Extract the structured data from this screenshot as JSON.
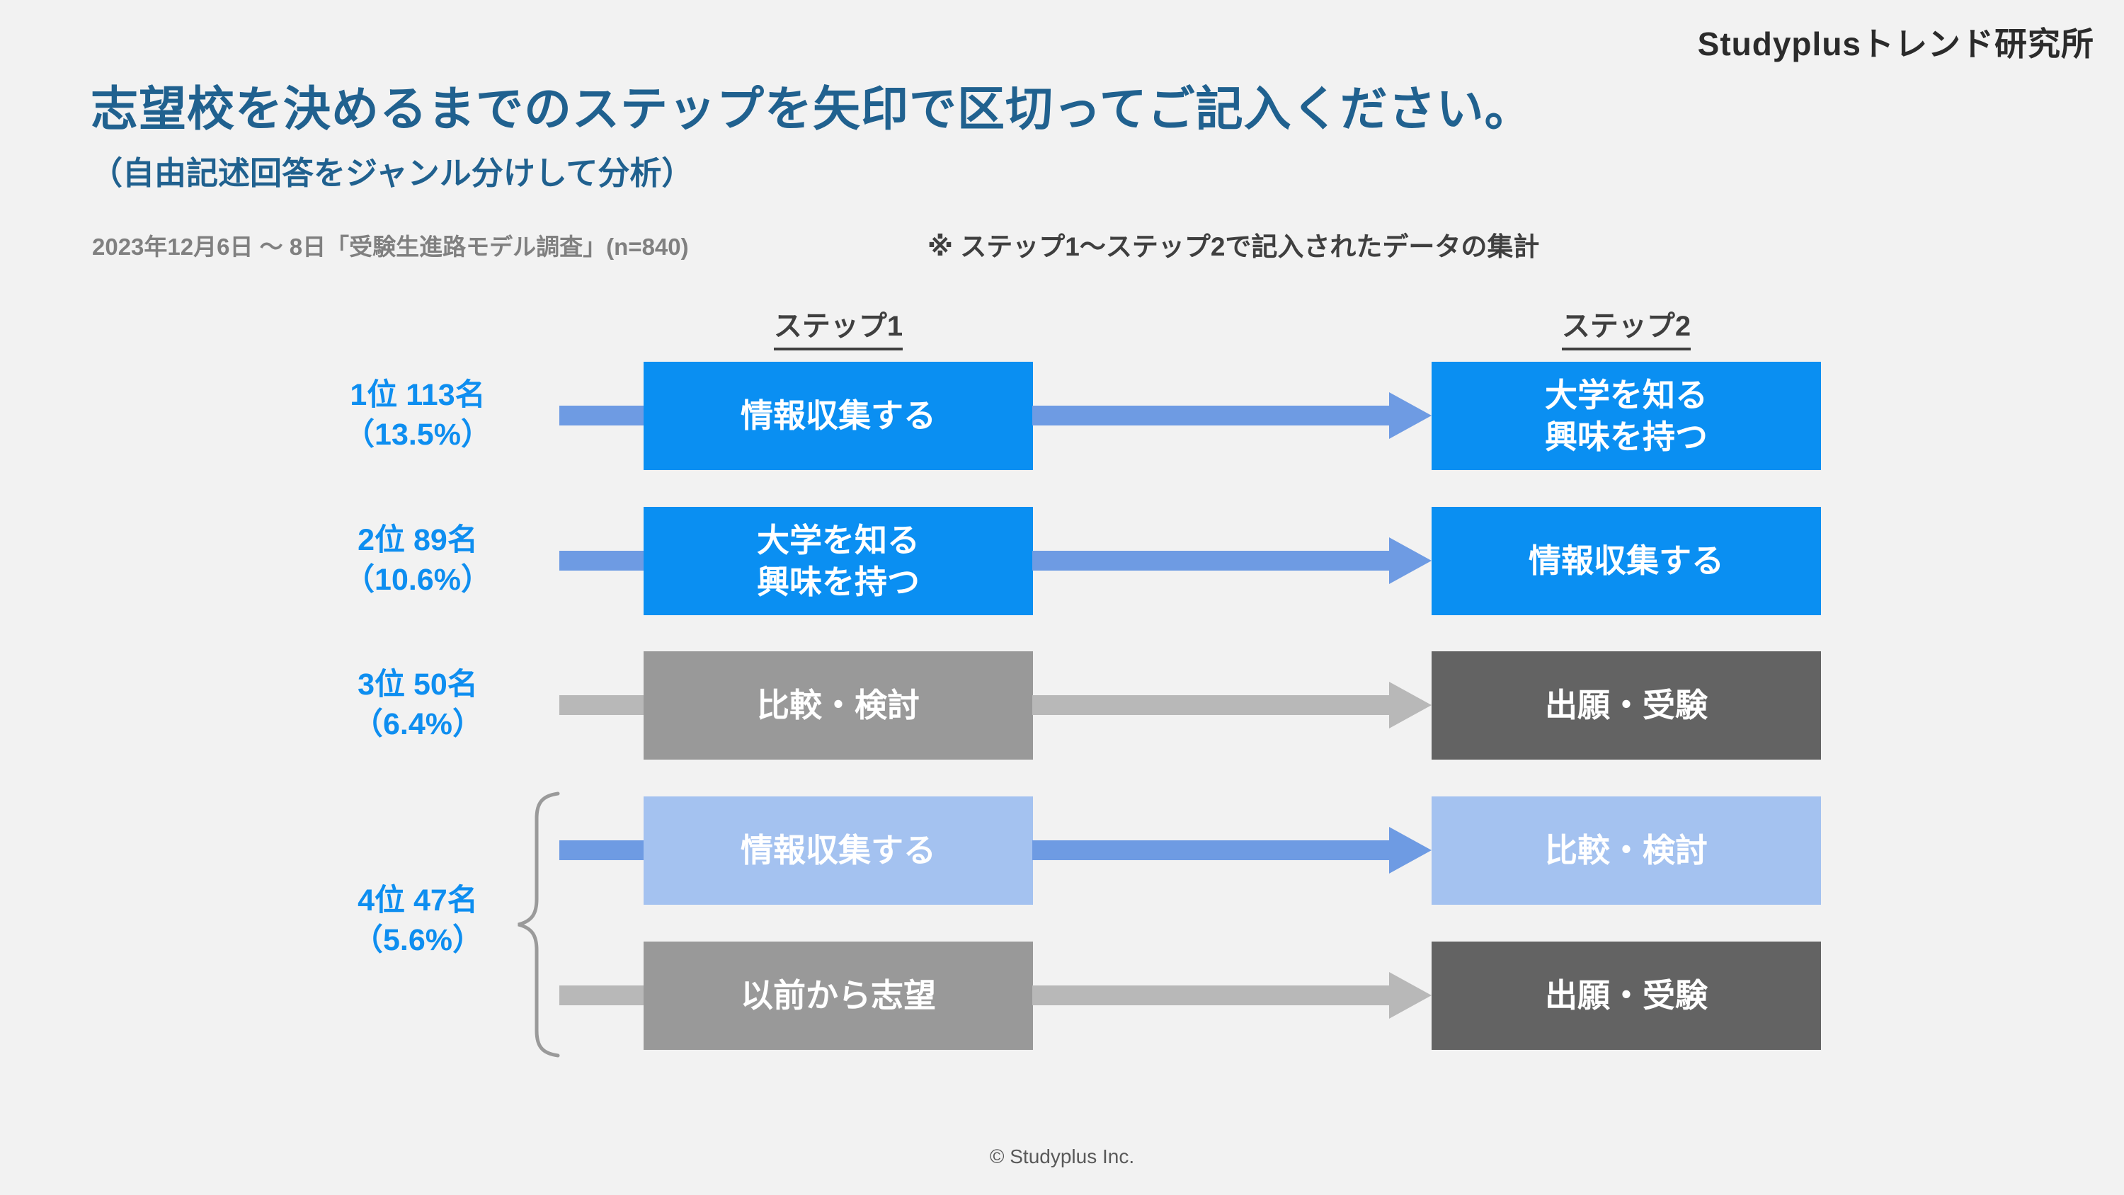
{
  "slide": {
    "logo": "Studyplusトレンド研究所",
    "title": "志望校を決めるまでのステップを矢印で区切ってご記入ください。",
    "subtitle": "（自由記述回答をジャンル分けして分析）",
    "survey_info": "2023年12月6日 〜 8日「受験生進路モデル調査」(n=840)",
    "note": "※ ステップ1〜ステップ2で記入されたデータの集計",
    "footer": "© Studyplus Inc."
  },
  "columns": {
    "step1_label": "ステップ1",
    "step2_label": "ステップ2"
  },
  "rows": [
    {
      "rank": "1位 113名",
      "percent": "（13.5%）",
      "step1_line1": "情報収集する",
      "step1_line2": "",
      "step2_line1": "大学を知る",
      "step2_line2": "興味を持つ"
    },
    {
      "rank": "2位 89名",
      "percent": "（10.6%）",
      "step1_line1": "大学を知る",
      "step1_line2": "興味を持つ",
      "step2_line1": "情報収集する",
      "step2_line2": ""
    },
    {
      "rank": "3位 50名",
      "percent": "（6.4%）",
      "step1_line1": "比較・検討",
      "step1_line2": "",
      "step2_line1": "出願・受験",
      "step2_line2": ""
    },
    {
      "step1_line1": "情報収集する",
      "step1_line2": "",
      "step2_line1": "比較・検討",
      "step2_line2": ""
    },
    {
      "step1_line1": "以前から志望",
      "step1_line2": "",
      "step2_line1": "出願・受験",
      "step2_line2": ""
    }
  ],
  "group4": {
    "rank": "4位 47名",
    "percent": "（5.6%）"
  },
  "colors": {
    "accent_blue": "#0a8ff2",
    "light_blue": "#a4c2f0",
    "mid_gray": "#999999",
    "dark_gray": "#636363",
    "arrow_blue": "#6e9be3",
    "arrow_gray": "#b8b8b8",
    "title_blue": "#20618f",
    "rank_blue": "#0e8ef0",
    "background": "#f2f2f2"
  }
}
